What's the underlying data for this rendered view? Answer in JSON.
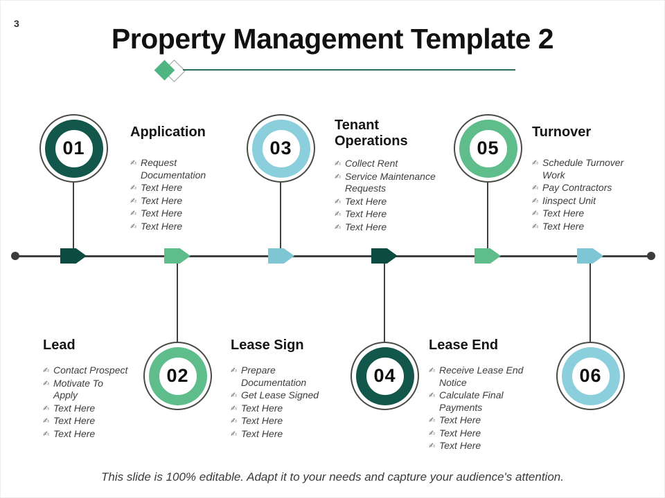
{
  "page": {
    "number": "3",
    "title": "Property Management Template 2",
    "footer": "This slide is 100% editable. Adapt it to your needs and capture your audience's attention."
  },
  "icons": {
    "bullet_glyph": "✍",
    "bullet_meaning": "writing-hand-icon"
  },
  "colors": {
    "dark_teal": "#12564c",
    "green": "#5fbd8b",
    "light_blue": "#8bcedc",
    "arrow_dark_teal": "#0c4b42",
    "timeline": "#3f3f3f",
    "deco_diamond": "#4fb583",
    "deco_line": "#2a6b5e"
  },
  "steps": [
    {
      "number": "01",
      "title": "Application",
      "color": "dark_teal",
      "position": "top",
      "items": [
        "Request\nDocumentation",
        "Text Here",
        "Text Here",
        "Text Here",
        "Text Here"
      ]
    },
    {
      "number": "02",
      "title": "Lead",
      "color": "green",
      "position": "bottom",
      "items": [
        "Contact Prospect",
        "Motivate To\nApply",
        "Text Here",
        "Text Here",
        "Text Here"
      ]
    },
    {
      "number": "03",
      "title": "Tenant\nOperations",
      "color": "light_blue",
      "position": "top",
      "items": [
        "Collect Rent",
        "Service Maintenance\nRequests",
        "Text Here",
        "Text Here",
        "Text Here"
      ]
    },
    {
      "number": "04",
      "title": "Lease Sign",
      "color": "dark_teal",
      "position": "bottom",
      "items": [
        "Prepare\nDocumentation",
        "Get Lease Signed",
        "Text Here",
        "Text Here",
        "Text Here"
      ]
    },
    {
      "number": "05",
      "title": "Turnover",
      "color": "green",
      "position": "top",
      "items": [
        "Schedule Turnover\nWork",
        "Pay Contractors",
        "Iinspect Unit",
        "Text Here",
        "Text Here"
      ]
    },
    {
      "number": "06",
      "title": "Lease End",
      "color": "light_blue",
      "position": "bottom",
      "items": [
        "Receive Lease End\nNotice",
        "Calculate Final\nPayments",
        "Text Here",
        "Text Here",
        "Text Here"
      ]
    }
  ]
}
